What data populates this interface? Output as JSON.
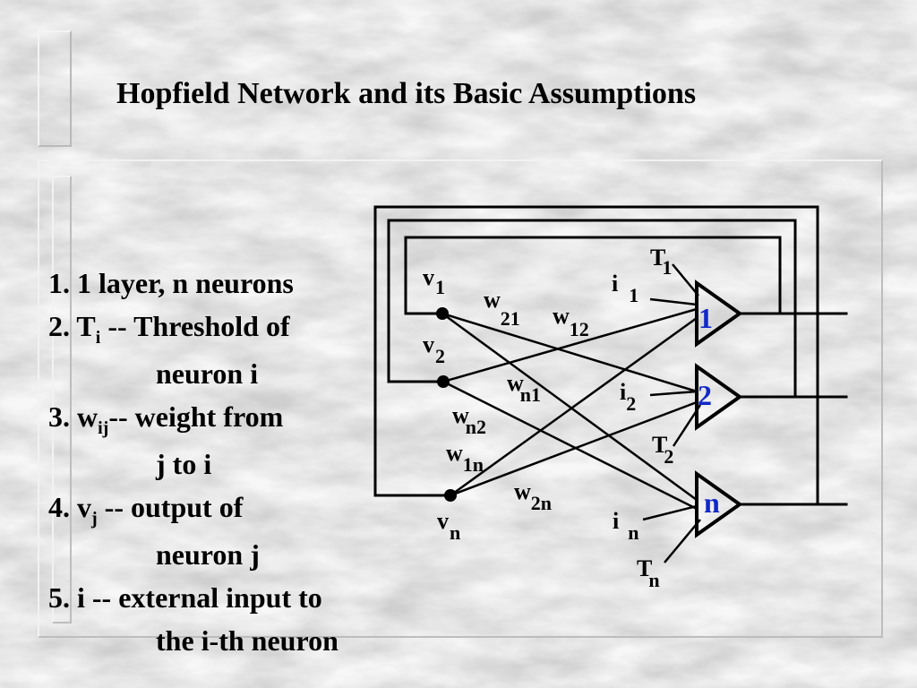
{
  "title": "Hopfield Network and its Basic Assumptions",
  "assumptions": {
    "a1": {
      "prefix": "1. 1 layer, n neurons"
    },
    "a2": {
      "prefix": "2. T",
      "sub": "i",
      "rest": " -- Threshold of",
      "cont": "neuron i"
    },
    "a3": {
      "prefix": "3. w",
      "sub": "ij",
      "rest": "-- weight from",
      "cont": "j to i"
    },
    "a4": {
      "prefix": "4. v",
      "sub": "j",
      "rest": " -- output of",
      "cont": "neuron j"
    },
    "a5": {
      "prefix": "5. i  -- external input to",
      "cont": "the i-th neuron"
    }
  },
  "diagram": {
    "neurons": {
      "n1": "1",
      "n2": "2",
      "nn": "n"
    },
    "neuron_label_color": "#1028c8",
    "labels": {
      "v1": {
        "base": "v",
        "sub": "1"
      },
      "v2": {
        "base": "v",
        "sub": "2"
      },
      "vn": {
        "base": "v",
        "sub": "n"
      },
      "w21": {
        "base": "w",
        "sub": "21"
      },
      "w12": {
        "base": "w",
        "sub": "12"
      },
      "wn1": {
        "base": "w",
        "sub": "n1"
      },
      "wn2": {
        "base": "w",
        "sub": "n2"
      },
      "w1n": {
        "base": "w",
        "sub": "1n"
      },
      "w2n": {
        "base": "w",
        "sub": "2n"
      },
      "i1": {
        "base": "i",
        "sub": "1"
      },
      "i2": {
        "base": "i",
        "sub": "2"
      },
      "in": {
        "base": "i",
        "sub": "n"
      },
      "T1": {
        "base": "T",
        "sub": "1"
      },
      "T2": {
        "base": "T",
        "sub": "2"
      },
      "Tn": {
        "base": "T",
        "sub": "n"
      }
    }
  }
}
